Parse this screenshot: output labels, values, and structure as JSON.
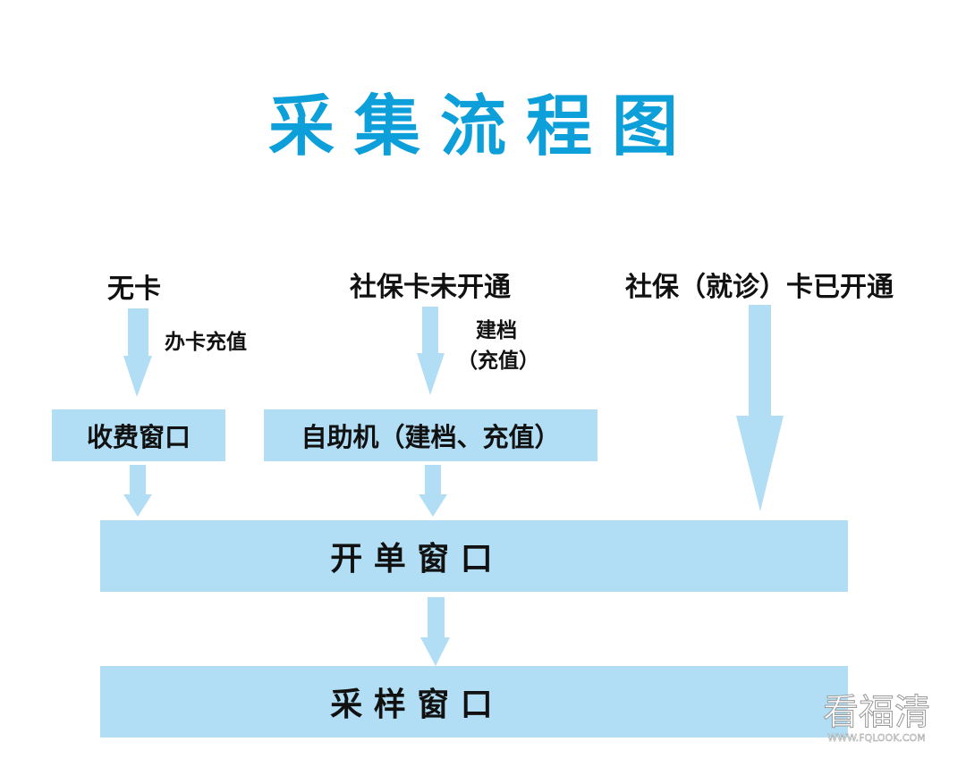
{
  "title": "采集流程图",
  "sources": [
    "无卡",
    "社保卡未开通",
    "社保（就诊）卡已开通"
  ],
  "edge_labels": {
    "no_card": "办卡充值",
    "not_activated_1": "建档",
    "not_activated_2": "（充值）"
  },
  "nodes": {
    "cashier": "收费窗口",
    "kiosk": "自助机（建档、充值）",
    "order": "开 单 窗 口",
    "sampling": "采 样 窗 口"
  },
  "watermark": {
    "name": "看福清",
    "url": "WWW.FQLOOK.COM"
  },
  "colors": {
    "title": "#0c9fd9",
    "box": "#b1def4",
    "arrow": "#b1def4"
  }
}
